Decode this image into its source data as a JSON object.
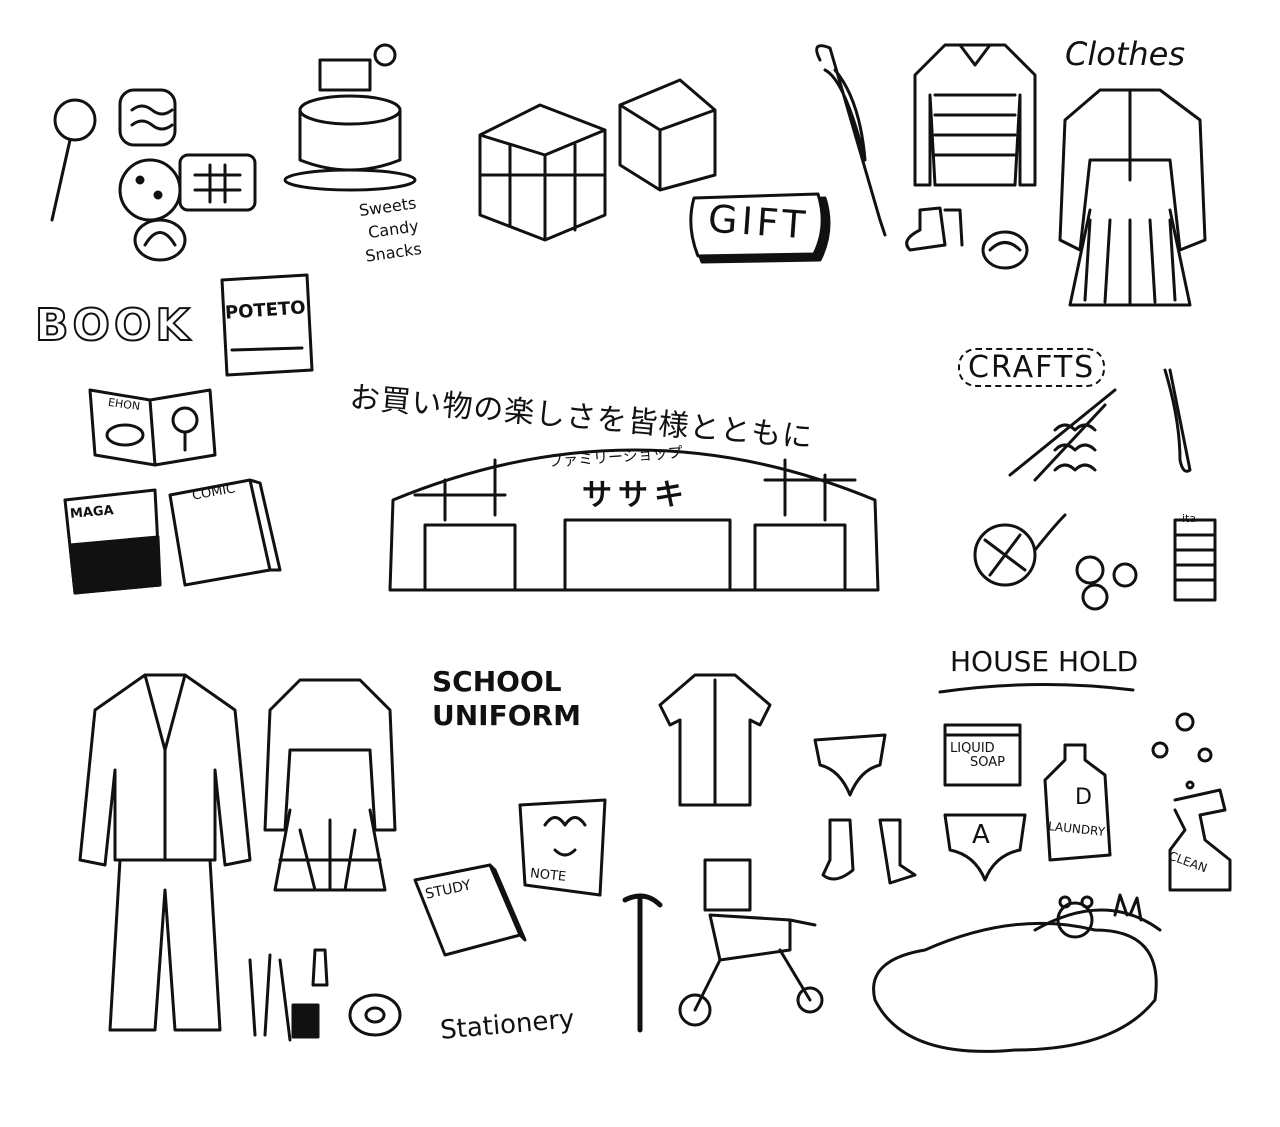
{
  "tagline": "お買い物の楽しさを皆様とともに",
  "store": {
    "subtitle": "ファミリーショップ",
    "name": "ササキ"
  },
  "sweets": {
    "line1": "Sweets",
    "line2": "Candy",
    "line3": "Snacks"
  },
  "gift": "GIFT",
  "clothes": "Clothes",
  "book": "BOOK",
  "poteto": "POTETO",
  "ehon": "EHON",
  "maga": "MAGA",
  "comic": "COMIC",
  "crafts": "CRAFTS",
  "thread_label": "ita",
  "household": "HOUSE HOLD",
  "school_uniform": {
    "line1": "SCHOOL",
    "line2": "UNIFORM"
  },
  "liquid_soap": {
    "line1": "LIQUID",
    "line2": "SOAP"
  },
  "laundry": "LAUNDRY",
  "laundry_letter": "D",
  "clean": "CLEAN",
  "underwear_letter": "A",
  "study": "STUDY",
  "note": "NOTE",
  "stationery": "Stationery",
  "colors": {
    "ink": "#111111",
    "paper": "#ffffff"
  }
}
